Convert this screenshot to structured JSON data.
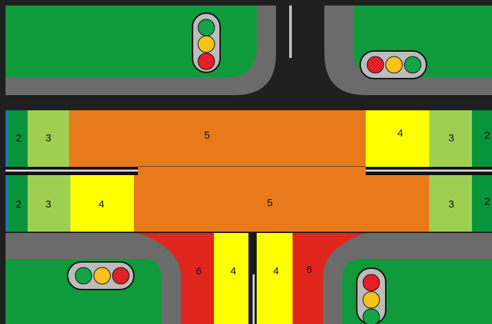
{
  "colors": {
    "grass": "#0f9a3c",
    "road": "#222222",
    "curb": "#6b6b6b",
    "zone2": "#08943a",
    "zone3": "#9fcf52",
    "zone4": "#ffff00",
    "zone5": "#e97a1b",
    "zone6": "#e0251d",
    "light_red": "#e41f26",
    "light_yellow": "#f6c21b",
    "light_green": "#14a347"
  },
  "icons": [
    "traffic-light-icon"
  ],
  "zones": {
    "upper_left_2": "2",
    "upper_left_3": "3",
    "upper_middle_5": "5",
    "upper_right_4": "4",
    "upper_right_3": "3",
    "upper_right_2": "2",
    "lower_left_2": "2",
    "lower_left_3": "3",
    "lower_left_4": "4",
    "lower_middle_5": "5",
    "lower_right_3": "3",
    "lower_right_2": "2",
    "south_left_6": "6",
    "south_left_4": "4",
    "south_right_4": "4",
    "south_right_6": "6"
  }
}
